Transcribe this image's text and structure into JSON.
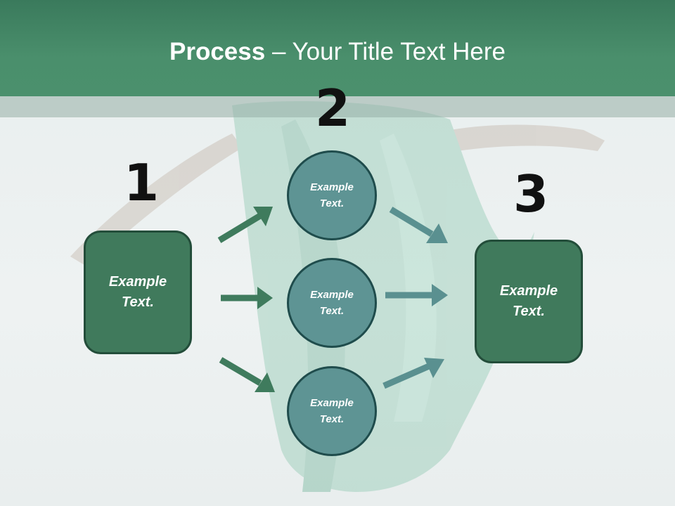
{
  "title": {
    "bold": "Process",
    "rest": " – Your Title Text Here"
  },
  "steps": {
    "num1": "1",
    "num2": "2",
    "num3": "3"
  },
  "boxes": {
    "left": "Example\nText.",
    "right": "Example\nText."
  },
  "circles": {
    "top": "Example\nText.",
    "middle": "Example\nText.",
    "bottom": "Example\nText."
  },
  "colors": {
    "title_band": "#4a8f6c",
    "box_fill": "#407a5c",
    "circle_fill": "#5e9494",
    "arrow_green": "#3f7b5d",
    "arrow_teal": "#5a9090"
  },
  "background": {
    "image": "dancer-in-green-dress"
  }
}
